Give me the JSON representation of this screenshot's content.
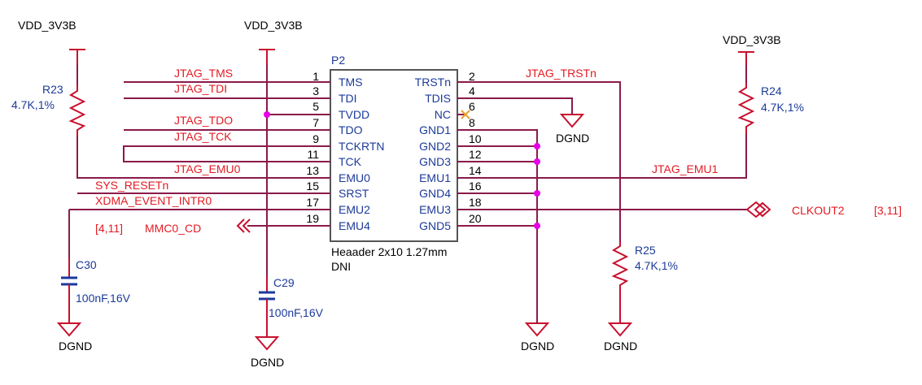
{
  "connector": {
    "ref": "P2",
    "desc": "Heaader 2x10 1.27mm",
    "dni": "DNI",
    "left_pins": [
      {
        "num": "1",
        "name": "TMS"
      },
      {
        "num": "3",
        "name": "TDI"
      },
      {
        "num": "5",
        "name": "TVDD"
      },
      {
        "num": "7",
        "name": "TDO"
      },
      {
        "num": "9",
        "name": "TCKRTN"
      },
      {
        "num": "11",
        "name": "TCK"
      },
      {
        "num": "13",
        "name": "EMU0"
      },
      {
        "num": "15",
        "name": "SRST"
      },
      {
        "num": "17",
        "name": "EMU2"
      },
      {
        "num": "19",
        "name": "EMU4"
      }
    ],
    "right_pins": [
      {
        "num": "2",
        "name": "TRSTn"
      },
      {
        "num": "4",
        "name": "TDIS"
      },
      {
        "num": "6",
        "name": "NC"
      },
      {
        "num": "8",
        "name": "GND1"
      },
      {
        "num": "10",
        "name": "GND2"
      },
      {
        "num": "12",
        "name": "GND3"
      },
      {
        "num": "14",
        "name": "EMU1"
      },
      {
        "num": "16",
        "name": "GND4"
      },
      {
        "num": "18",
        "name": "EMU3"
      },
      {
        "num": "20",
        "name": "GND5"
      }
    ]
  },
  "nets": {
    "tms": "JTAG_TMS",
    "tdi": "JTAG_TDI",
    "tdo": "JTAG_TDO",
    "tck": "JTAG_TCK",
    "emu0": "JTAG_EMU0",
    "sys_reset": "SYS_RESETn",
    "xdma": "XDMA_EVENT_INTR0",
    "trst": "JTAG_TRSTn",
    "emu1": "JTAG_EMU1",
    "mmc0_cd": "MMC0_CD",
    "mmc0_cd_ref": "[4,11]",
    "clkout2": "CLKOUT2",
    "clkout2_ref": "[3,11]"
  },
  "power": {
    "vdd": "VDD_3V3B",
    "gnd": "DGND"
  },
  "components": {
    "r23": {
      "ref": "R23",
      "value": "4.7K,1%"
    },
    "r24": {
      "ref": "R24",
      "value": "4.7K,1%"
    },
    "r25": {
      "ref": "R25",
      "value": "4.7K,1%"
    },
    "c30": {
      "ref": "C30",
      "value": "100nF,16V"
    },
    "c29": {
      "ref": "C29",
      "value": "100nF,16V"
    }
  },
  "colors": {
    "wire": "#8b1a4a",
    "net_label": "#e31b23",
    "component_label": "#1c3a9a",
    "junction": "#e600e6"
  }
}
